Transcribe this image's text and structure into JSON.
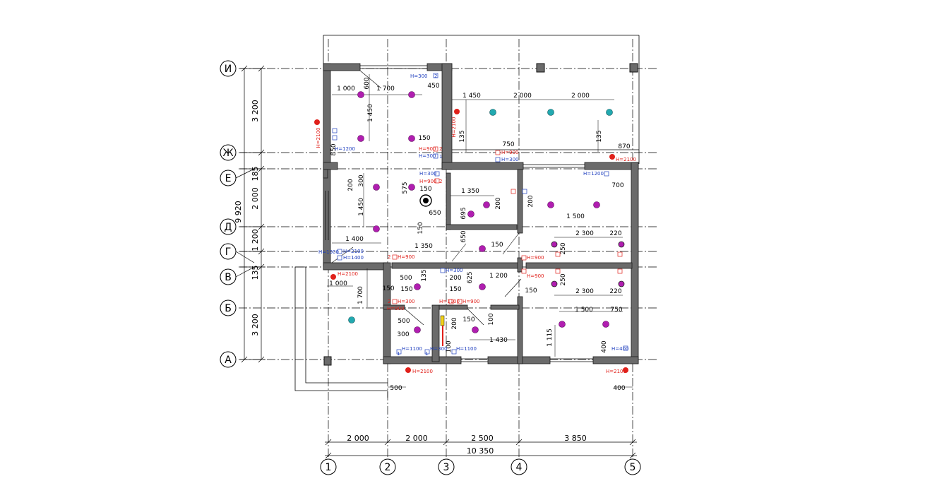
{
  "axes": {
    "rows": [
      "И",
      "Ж",
      "Е",
      "Д",
      "Г",
      "В",
      "Б",
      "А"
    ],
    "cols": [
      "1",
      "2",
      "3",
      "4",
      "5"
    ]
  },
  "dims_left": {
    "d1": "3 200",
    "d2": "185",
    "d3": "2 000",
    "d4": "1 200",
    "d5": "135",
    "d6": "3 200",
    "total": "9 920"
  },
  "dims_bottom": {
    "b1": "2 000",
    "b2": "2 000",
    "b3": "2 500",
    "b4": "3 850",
    "total": "10 350"
  },
  "interior_dims": [
    "1 000",
    "1 700",
    "600",
    "450",
    "1 450",
    "150",
    "850",
    "1 450",
    "2 000",
    "2 000",
    "135",
    "750",
    "135",
    "870",
    "200",
    "300",
    "575",
    "150",
    "1 350",
    "700",
    "1 450",
    "650",
    "695",
    "200",
    "200",
    "1 500",
    "150",
    "650",
    "1 400",
    "1 350",
    "2 300",
    "220",
    "150",
    "250",
    "500",
    "135",
    "200",
    "1 200",
    "1 000",
    "1 700",
    "150",
    "150",
    "625",
    "150",
    "2 300",
    "220",
    "250",
    "150",
    "1 500",
    "750",
    "500",
    "200",
    "150",
    "300",
    "100",
    "1 430",
    "100",
    "1 115",
    "400",
    "500",
    "400"
  ],
  "markers": {
    "h2100": "H=2100",
    "h1100": "H=1100",
    "h900": "H=900",
    "h300": "H=300",
    "h1200": "H=1200",
    "h400": "H=400",
    "h1400": "H=1400",
    "h1000": "H=1000",
    "x2": "2",
    "x1": "1"
  },
  "colors": {
    "wall": "#6b6b6b",
    "wall_edge": "#1a1a1a",
    "ceiling_light": "#b01eb0",
    "outdoor_light": "#22a9b0",
    "outlet": "#e0201a",
    "switch": "#1f3fbf",
    "axis": "#000000"
  }
}
